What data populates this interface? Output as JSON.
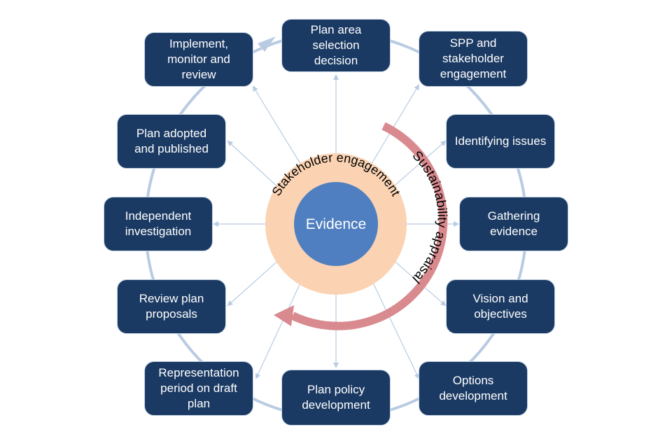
{
  "colors": {
    "node_fill": "#1b3a63",
    "node_text": "#ffffff",
    "cycle_ring": "#b9cbe3",
    "spoke_arrows": "#b9cbe3",
    "engagement_ring": "#fbd3b3",
    "evidence_core": "#4f7fc0",
    "appraisal_arc": "#d98a8f"
  },
  "center": {
    "core_label": "Evidence",
    "ring_label": "Stakeholder engagement",
    "arc_label": "Sustainability appraisal"
  },
  "nodes": [
    {
      "id": "plan-area-selection",
      "label": "Plan area\nselection\ndecision"
    },
    {
      "id": "spp-stakeholder-engagement",
      "label": "SPP and\nstakeholder\nengagement"
    },
    {
      "id": "identifying-issues",
      "label": "Identifying issues"
    },
    {
      "id": "gathering-evidence",
      "label": "Gathering\nevidence"
    },
    {
      "id": "vision-objectives",
      "label": "Vision and\nobjectives"
    },
    {
      "id": "options-development",
      "label": "Options\ndevelopment"
    },
    {
      "id": "plan-policy-development",
      "label": "Plan policy\ndevelopment"
    },
    {
      "id": "representation-period",
      "label": "Representation\nperiod on draft\nplan"
    },
    {
      "id": "review-plan-proposals",
      "label": "Review plan\nproposals"
    },
    {
      "id": "independent-investigation",
      "label": "Independent\ninvestigation"
    },
    {
      "id": "plan-adopted-published",
      "label": "Plan adopted\nand published"
    },
    {
      "id": "implement-monitor-review",
      "label": "Implement,\nmonitor and\nreview"
    }
  ]
}
